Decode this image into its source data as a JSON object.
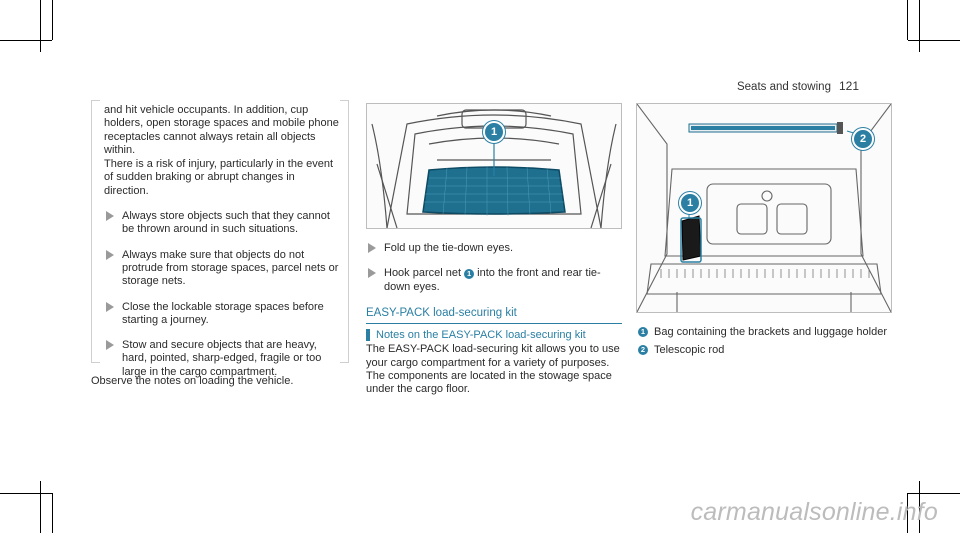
{
  "header": {
    "section": "Seats and stowing",
    "page_number": "121"
  },
  "warning": {
    "lines": [
      "and hit vehicle occupants. In addition, cup holders, open storage spaces and mobile phone receptacles cannot always retain all objects within.",
      "There is a risk of injury, particularly in the event of sudden braking or abrupt changes in direction."
    ],
    "bullets": [
      "Always store objects such that they cannot be thrown around in such situations.",
      "Always make sure that objects do not protrude from storage spaces, parcel nets or storage nets.",
      "Close the lockable storage spaces before starting a journey.",
      "Stow and secure objects that are heavy, hard, pointed, sharp-edged, fragile or too large in the cargo compartment."
    ]
  },
  "observe_note": "Observe the notes on loading the vehicle.",
  "middle": {
    "figure_callout": "1",
    "steps": [
      {
        "text": "Fold up the tie-down eyes."
      },
      {
        "before": "Hook parcel net",
        "num": "1",
        "after": "into the front and rear tie-down eyes."
      }
    ],
    "section_title": "EASY-PACK load-securing kit",
    "sub_title": "Notes on the EASY-PACK load-securing kit",
    "body": "The EASY-PACK load-securing kit allows you to use your cargo compartment for a variety of purposes. The components are located in the stowage space under the cargo floor."
  },
  "right": {
    "callouts": [
      "1",
      "2"
    ],
    "legend": [
      {
        "num": "1",
        "text": "Bag containing the brackets and luggage holder"
      },
      {
        "num": "2",
        "text": "Telescopic rod"
      }
    ]
  },
  "watermark": "carmanualsonline.info",
  "colors": {
    "accent": "#2a7fa3",
    "net": "#1f6f8f"
  }
}
